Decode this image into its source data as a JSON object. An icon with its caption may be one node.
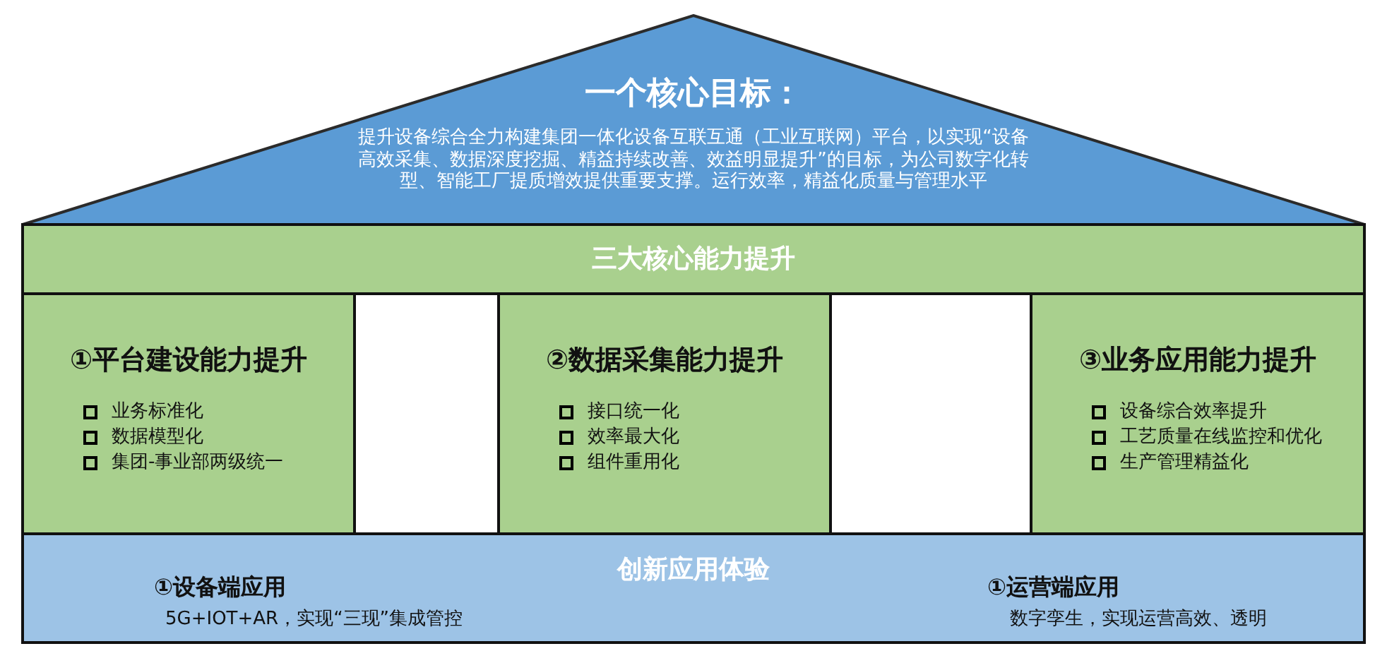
{
  "diagram": {
    "nodes": [
      {
        "text": [
          "一个核心目标：",
          "提升设备综合全力构建集团一体化设备互联互通（工业互联网）平台，以实现“设备高效采集、数据深度挖掘、精益持续改善、效益明显提升”的目标，为公司数字化转型、智能工厂提质增效提供重要支撑。运行效率，精益化质量与管理水平"
        ]
      },
      {
        "text": [
          "三大核心能力提升"
        ]
      },
      {
        "text": [
          "①平台建设能力提升",
          "业务标准化",
          "数据模型化",
          "集团-事业部两级统一"
        ]
      },
      {
        "text": [
          "②数据采集能力提升",
          "接口统一化",
          "效率最大化",
          "组件重用化"
        ]
      },
      {
        "text": [
          "③业务应用能力提升",
          "设备综合效率提升",
          "工艺质量在线监控和优化",
          "生产管理精益化"
        ]
      },
      {
        "text": [
          "创新应用体验",
          "①设备端应用",
          "5G+IOT+AR，实现“三现”集成管控",
          "①运营端应用",
          "数字孪生，实现运营高效、透明"
        ]
      }
    ]
  }
}
